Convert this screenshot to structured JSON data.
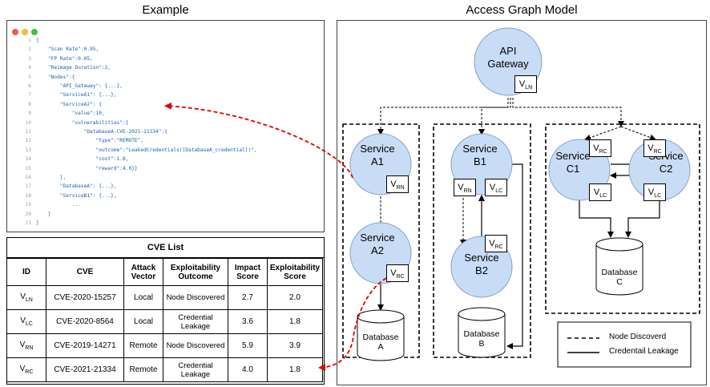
{
  "titles": {
    "left": "Example",
    "right": "Access Graph Model"
  },
  "code_lines": [
    {
      "n": "1",
      "text": "{"
    },
    {
      "n": "2",
      "text": "    \"Scan Rate\":0.95,"
    },
    {
      "n": "3",
      "text": "    \"FP Rate\":0.05,"
    },
    {
      "n": "4",
      "text": "    \"Reimage Duration\":2,"
    },
    {
      "n": "5",
      "text": "    \"Nodes\":{"
    },
    {
      "n": "6",
      "text": "        \"API_Gateway\": {...},"
    },
    {
      "n": "7",
      "text": "        \"ServiceA1\": {...},"
    },
    {
      "n": "8",
      "text": "        \"ServiceA2\": {"
    },
    {
      "n": "9",
      "text": "            \"value\":10,"
    },
    {
      "n": "10",
      "text": "            \"vulnerabilities\":{"
    },
    {
      "n": "11",
      "text": "                \"DatabaseA-CVE-2021-21334\":{"
    },
    {
      "n": "12",
      "text": "                    \"type\":\"REMOTE\","
    },
    {
      "n": "13",
      "text": "                    \"outcome\":\"LeakedCredentials([DatabaseA_credential])\","
    },
    {
      "n": "14",
      "text": "                    \"cost\":1.8,"
    },
    {
      "n": "15",
      "text": "                    \"reward\":4.0}}"
    },
    {
      "n": "16",
      "text": "        },"
    },
    {
      "n": "17",
      "text": "        \"DatabaseA\": {...},"
    },
    {
      "n": "18",
      "text": "        \"ServiceB1\": {...},"
    },
    {
      "n": "19",
      "text": "            ..."
    },
    {
      "n": "20",
      "text": "    }"
    },
    {
      "n": "21",
      "text": "}"
    }
  ],
  "cve_table": {
    "title": "CVE List",
    "headers": [
      "ID",
      "CVE",
      "Attack Vector",
      "Exploitability Outcome",
      "Impact Score",
      "Exploitability Score"
    ],
    "rows": [
      {
        "id_base": "V",
        "id_sub": "LN",
        "cve": "CVE-2020-15257",
        "vector": "Local",
        "outcome": "Node Discovered",
        "impact": "2.7",
        "exploit": "2.0"
      },
      {
        "id_base": "V",
        "id_sub": "LC",
        "cve": "CVE-2020-8564",
        "vector": "Local",
        "outcome": "Credential Leakage",
        "impact": "3.6",
        "exploit": "1.8"
      },
      {
        "id_base": "V",
        "id_sub": "RN",
        "cve": "CVE-2019-14271",
        "vector": "Remote",
        "outcome": "Node Discovered",
        "impact": "5.9",
        "exploit": "3.9"
      },
      {
        "id_base": "V",
        "id_sub": "RC",
        "cve": "CVE-2021-21334",
        "vector": "Remote",
        "outcome": "Credential Leakage",
        "impact": "4.0",
        "exploit": "1.8"
      }
    ]
  },
  "graph": {
    "nodes": {
      "api": {
        "line1": "API",
        "line2": "Gateway"
      },
      "a1": {
        "line1": "Service",
        "line2": "A1"
      },
      "a2": {
        "line1": "Service",
        "line2": "A2"
      },
      "b1": {
        "line1": "Service",
        "line2": "B1"
      },
      "b2": {
        "line1": "Service",
        "line2": "B2"
      },
      "c1": {
        "line1": "Service",
        "line2": "C1"
      },
      "c2": {
        "line1": "Service",
        "line2": "C2"
      }
    },
    "databases": {
      "a": {
        "line1": "Database",
        "line2": "A"
      },
      "b": {
        "line1": "Database",
        "line2": "B"
      },
      "c": {
        "line1": "Database",
        "line2": "C"
      }
    },
    "vuln_letter": "V",
    "tags": {
      "ln": "LN",
      "rn": "RN",
      "lc": "LC",
      "rc": "RC"
    },
    "legend": {
      "dashed": "Node Discoverd",
      "solid": "Credentail Leakage"
    }
  },
  "colors": {
    "node_fill": "#c9dcf5",
    "node_stroke": "#7f9fc4",
    "attack_arrow": "#e00000",
    "code_key": "#1a5fb4"
  }
}
